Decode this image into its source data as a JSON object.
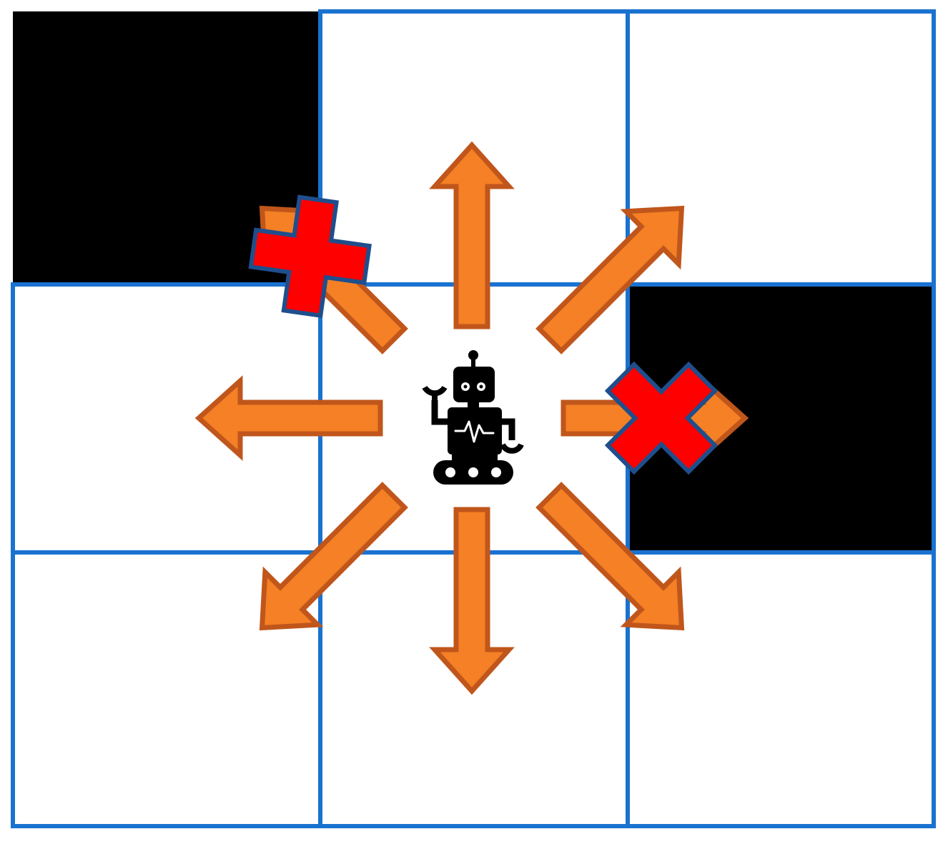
{
  "diagram": {
    "grid": {
      "rows": 3,
      "cols": 3,
      "blocked_cells": [
        [
          0,
          0
        ],
        [
          1,
          2
        ]
      ],
      "agent_cell": [
        1,
        1
      ]
    },
    "colors": {
      "grid_line": "#1a72d0",
      "blocked_fill": "#000000",
      "free_fill": "#ffffff",
      "arrow_fill": "#f58025",
      "arrow_stroke": "#c0561b",
      "cross_fill": "#ff0000",
      "cross_stroke": "#1f4e8c",
      "robot": "#000000"
    },
    "moves": [
      {
        "name": "up",
        "status": "allowed"
      },
      {
        "name": "up-right",
        "status": "allowed"
      },
      {
        "name": "right",
        "status": "blocked"
      },
      {
        "name": "down-right",
        "status": "allowed"
      },
      {
        "name": "down",
        "status": "allowed"
      },
      {
        "name": "down-left",
        "status": "allowed"
      },
      {
        "name": "left",
        "status": "allowed"
      },
      {
        "name": "up-left",
        "status": "blocked"
      }
    ],
    "icons": {
      "agent": "robot-icon",
      "blocked_marker": "cross-icon",
      "move": "arrow-icon"
    }
  }
}
